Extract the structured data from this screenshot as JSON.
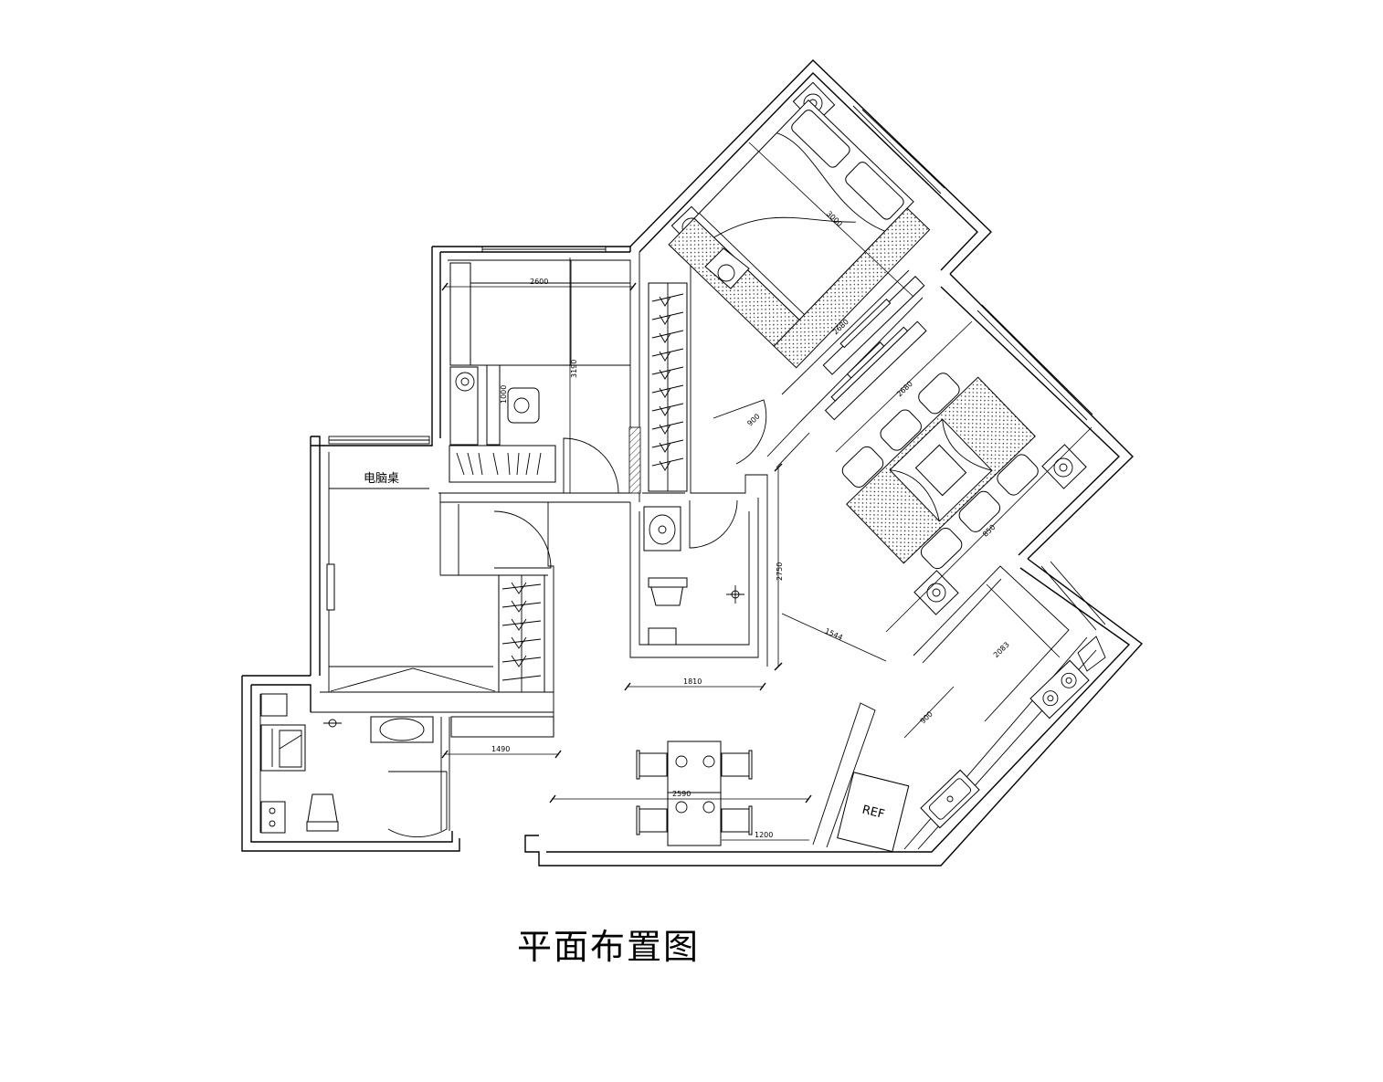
{
  "title": "平面布置图",
  "room_labels": {
    "computer_desk": "电脑桌",
    "fridge": "REF"
  },
  "dimensions": {
    "study_width": "2600",
    "study_depth": "3190",
    "study_desk": "1000",
    "bedroom_bed": "3000",
    "bedroom_width": "2680",
    "living_width": "2680",
    "door_a": "900",
    "hall_depth": "2750",
    "hall_diag": "1544",
    "bath_width": "1810",
    "bath2_width": "1490",
    "dining_width": "2590",
    "dining_gap": "1200",
    "kitchen_depth": "900",
    "kitchen_len": "2083",
    "sofa": "850"
  }
}
